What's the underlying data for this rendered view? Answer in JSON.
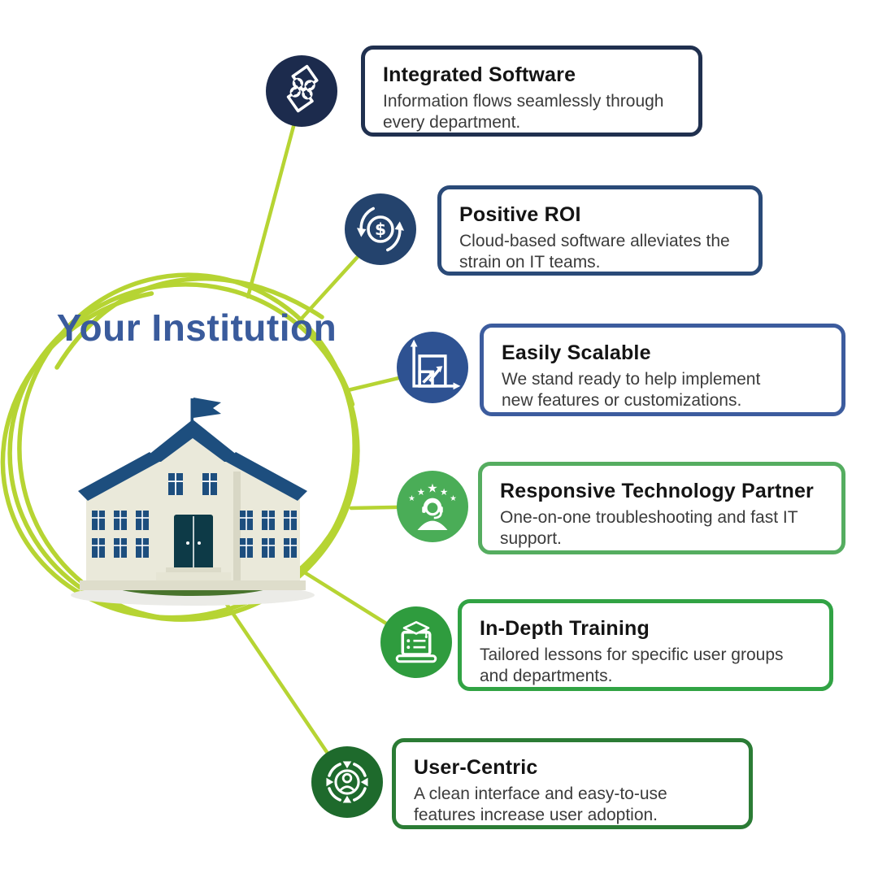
{
  "center": {
    "title": "Your Institution",
    "illustration": "school-building-with-flag",
    "ring_style": "hand-drawn-scribble-circle"
  },
  "features": [
    {
      "title": "Integrated Software",
      "description": "Information flows seamlessly through every department.",
      "icon": "puzzle-pieces-icon",
      "accent": "#20304f"
    },
    {
      "title": "Positive ROI",
      "description": "Cloud-based software alleviates the strain on IT teams.",
      "icon": "roi-cycle-icon",
      "accent": "#2a4a78"
    },
    {
      "title": "Easily Scalable",
      "description": "We stand ready to help implement new features or customizations.",
      "icon": "growth-chart-icon",
      "accent": "#3c5c9e"
    },
    {
      "title": "Responsive Technology Partner",
      "description": "One-on-one troubleshooting and fast IT support.",
      "icon": "support-agent-icon",
      "accent": "#55ad60"
    },
    {
      "title": "In-Depth Training",
      "description": "Tailored lessons for specific user groups and departments.",
      "icon": "training-laptop-icon",
      "accent": "#31a344"
    },
    {
      "title": "User-Centric",
      "description": "A clean interface and easy-to-use features increase user adoption.",
      "icon": "user-centric-icon",
      "accent": "#2b7c35"
    }
  ],
  "colors": {
    "connector_green": "#b6d433",
    "center_title_navy": "#3a5b9c",
    "building_wall": "#eae9da",
    "building_roof": "#1d4e7e",
    "building_door": "#0d3a47",
    "box_title_text": "#141414",
    "box_body_text": "#3b3b3b"
  }
}
